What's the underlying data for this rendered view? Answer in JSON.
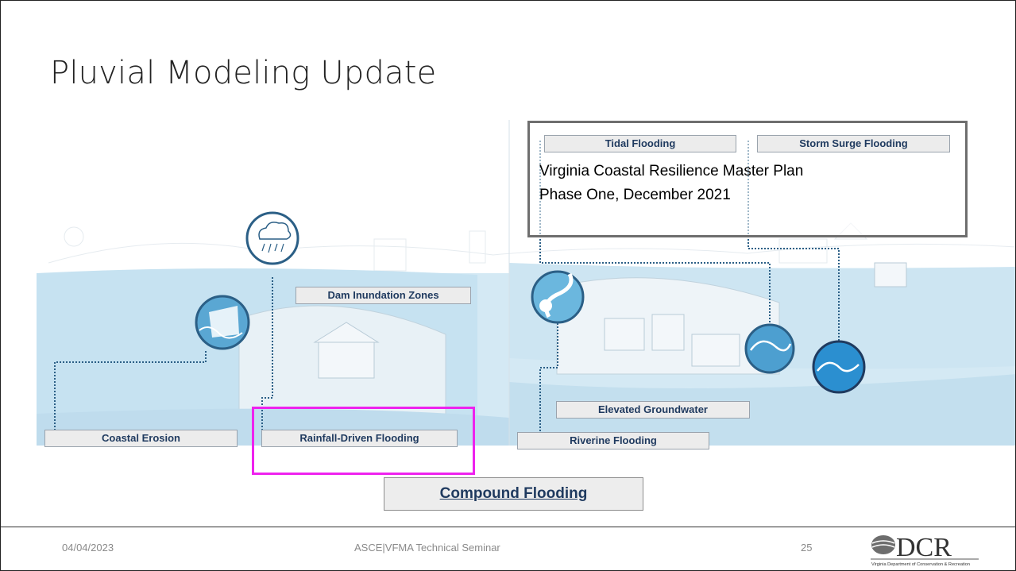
{
  "slide": {
    "title": "Pluvial Modeling Update",
    "labels": {
      "tidal": "Tidal Flooding",
      "storm_surge": "Storm Surge Flooding",
      "dam": "Dam Inundation Zones",
      "elevated": "Elevated Groundwater",
      "coastal": "Coastal Erosion",
      "rainfall": "Rainfall-Driven Flooding",
      "riverine": "Riverine Flooding"
    },
    "compound": "Compound Flooding",
    "citation": {
      "line1": "Virginia Coastal Resilience Master Plan",
      "line2": "Phase One, December 2021"
    }
  },
  "footer": {
    "date": "04/04/2023",
    "event": "ASCE|VFMA Technical Seminar",
    "page": "25",
    "logo_text": "DCR",
    "logo_subtext": "Virginia Department of Conservation & Recreation"
  },
  "colors": {
    "water": "#cfe6f3",
    "accent": "#1f3a5f",
    "highlight": "#ee22ee",
    "icon_ring": "#2b5f86"
  },
  "icons": [
    "rain-cloud-icon",
    "coastal-erosion-icon",
    "river-icon",
    "storm-surge-icon",
    "wave-icon",
    "dcr-logo-icon"
  ]
}
